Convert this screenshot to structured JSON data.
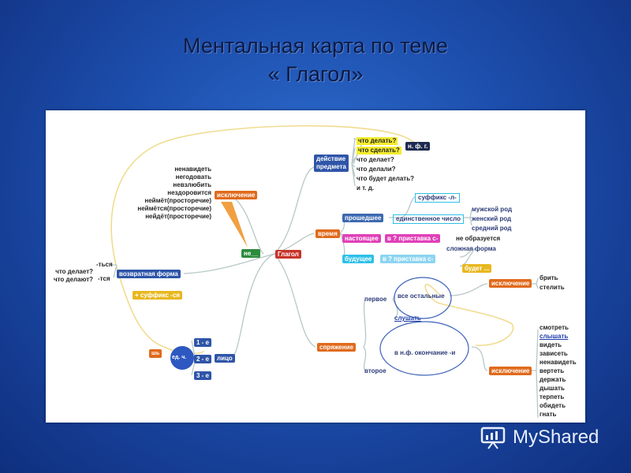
{
  "title": {
    "line1": "Ментальная карта по теме",
    "line2": "« Глагол»"
  },
  "center": "Глагол",
  "ne": "не__",
  "exception_left": {
    "label": "исключение",
    "words": [
      "ненавидеть",
      "негодовать",
      "невзлюбить",
      "нездоровится",
      "неймёт(просторечие)",
      "неймётся(просторечие)",
      "нейдёт(просторечие)"
    ]
  },
  "reflexive": {
    "label": "возвратная форма",
    "questions": [
      "что делает?",
      "что делают?"
    ],
    "endings": [
      "-ться",
      "-тся"
    ],
    "suffix": "+ суффикс -ся"
  },
  "person": {
    "label": "лицо",
    "letters": "шь",
    "number": "ед. ч.",
    "items": [
      "1 - е",
      "2 - е",
      "3 - е"
    ]
  },
  "action": {
    "label_line1": "действие",
    "label_line2": "предмета",
    "questions": [
      "что делать?",
      "что сделать?",
      "что делает?",
      "что делали?",
      "что будет делать?",
      "и т. д."
    ],
    "nf": "н. ф. г."
  },
  "time": {
    "label": "время",
    "past": "прошедшее",
    "past_suffix": "суффикс -л-",
    "past_sg": "единственное число",
    "genders": [
      "мужской род",
      "женский род",
      "средний род"
    ],
    "present": "настоящее",
    "present_prefix": "в ? приставка с-",
    "present_note": "не образуется",
    "future": "будущее",
    "future_prefix": "в ? приставка с-",
    "complex_form": "сложная форма",
    "budet": "будет ..."
  },
  "conjugation": {
    "label": "спряжение",
    "first": "первое",
    "others": "все остальные",
    "exception1": "исключение",
    "exception1_words": [
      "брить",
      "стелить"
    ],
    "slushat": "слушать",
    "second": "второе",
    "second_rule": "в н.ф. окончание -и",
    "exception2": "исключение",
    "exception2_words": [
      "смотреть",
      "слышать",
      "видеть",
      "зависеть",
      "ненавидеть",
      "вертеть",
      "держать",
      "дышать",
      "терпеть",
      "обидеть",
      "гнать"
    ]
  },
  "watermark": "MyShared"
}
